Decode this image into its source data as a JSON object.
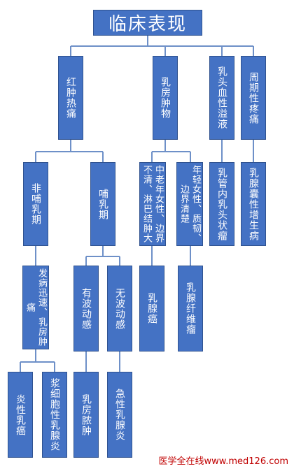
{
  "title": "临床表现",
  "nodes": {
    "redness": "红肿热痛",
    "lump": "乳房肿物",
    "nipple_bleed": "乳头血性溢液",
    "cyclic_pain": "周期性疼痛",
    "non_lactation": "非哺乳期",
    "lactation": "哺乳期",
    "middle_aged": "中老年女性、边界不清、淋巴结肿大",
    "young": "年轻女性、质韧、边界清楚",
    "intraductal": "乳管内乳头状瘤",
    "hyperplasia": "乳腺囊性增生病",
    "rapid_onset": "发病迅速、乳房肿痛",
    "fluctuant": "有波动感",
    "non_fluctuant": "无波动感",
    "breast_cancer": "乳腺癌",
    "fibroadenoma": "乳腺纤维瘤",
    "inflammatory_ca": "炎性乳癌",
    "plasma_cell": "浆细胞性乳腺炎",
    "abscess": "乳房脓肿",
    "acute_mastitis": "急性乳腺炎"
  },
  "watermark": "医学全在线www.med126.com",
  "colors": {
    "box_fill": "#4472c4",
    "box_border": "#2f528f",
    "connector": "#6e90c8",
    "text": "#ffffff",
    "watermark": "#c00000"
  }
}
